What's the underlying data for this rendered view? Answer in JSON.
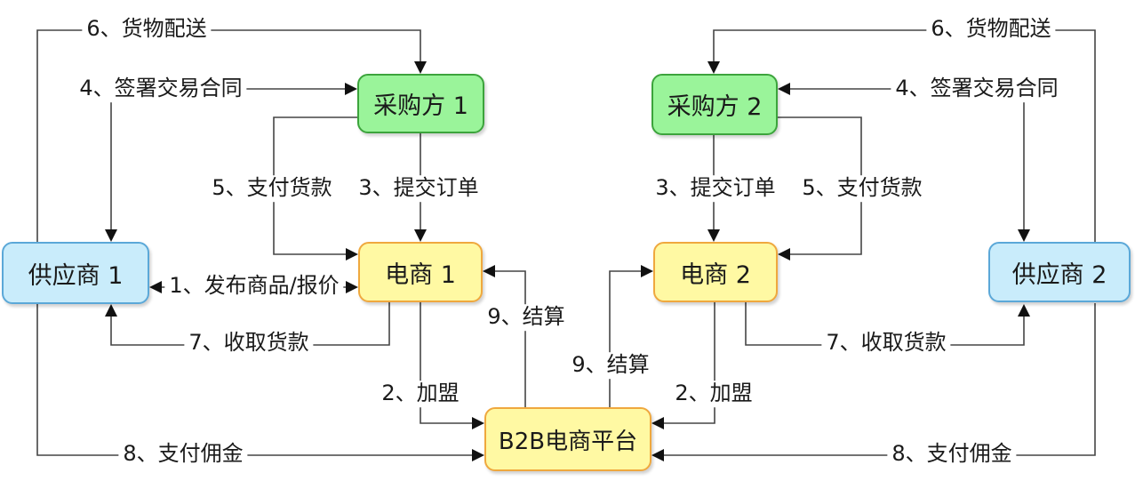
{
  "diagram": {
    "nodes": {
      "supplier1": {
        "label": "供应商 1",
        "fill": "#c9ecfb",
        "border": "#5ba8d8"
      },
      "buyer1": {
        "label": "采购方 1",
        "fill": "#9af49a",
        "border": "#3ca43c"
      },
      "ec1": {
        "label": "电商 1",
        "fill": "#fff9a3",
        "border": "#efa83e"
      },
      "b2b": {
        "label": "B2B电商平台",
        "fill": "#fff9a3",
        "border": "#efa83e"
      },
      "ec2": {
        "label": "电商 2",
        "fill": "#fff9a3",
        "border": "#efa83e"
      },
      "buyer2": {
        "label": "采购方 2",
        "fill": "#9af49a",
        "border": "#3ca43c"
      },
      "supplier2": {
        "label": "供应商 2",
        "fill": "#c9ecfb",
        "border": "#5ba8d8"
      }
    },
    "edges": {
      "publish_left": {
        "label": "1、发布商品/报价"
      },
      "join_left": {
        "label": "2、加盟"
      },
      "join_right": {
        "label": "2、加盟"
      },
      "submit_order_left": {
        "label": "3、提交订单"
      },
      "submit_order_right": {
        "label": "3、提交订单"
      },
      "contract_left": {
        "label": "4、签署交易合同"
      },
      "contract_right": {
        "label": "4、签署交易合同"
      },
      "pay_goods_left": {
        "label": "5、支付货款"
      },
      "pay_goods_right": {
        "label": "5、支付货款"
      },
      "deliver_left": {
        "label": "6、货物配送"
      },
      "deliver_right": {
        "label": "6、货物配送"
      },
      "receive_left": {
        "label": "7、收取货款"
      },
      "receive_right": {
        "label": "7、收取货款"
      },
      "commission_left": {
        "label": "8、支付佣金"
      },
      "commission_right": {
        "label": "8、支付佣金"
      },
      "settle_left": {
        "label": "9、结算"
      },
      "settle_right": {
        "label": "9、结算"
      }
    },
    "line_color": "#454545",
    "arrow_color": "#111111"
  }
}
